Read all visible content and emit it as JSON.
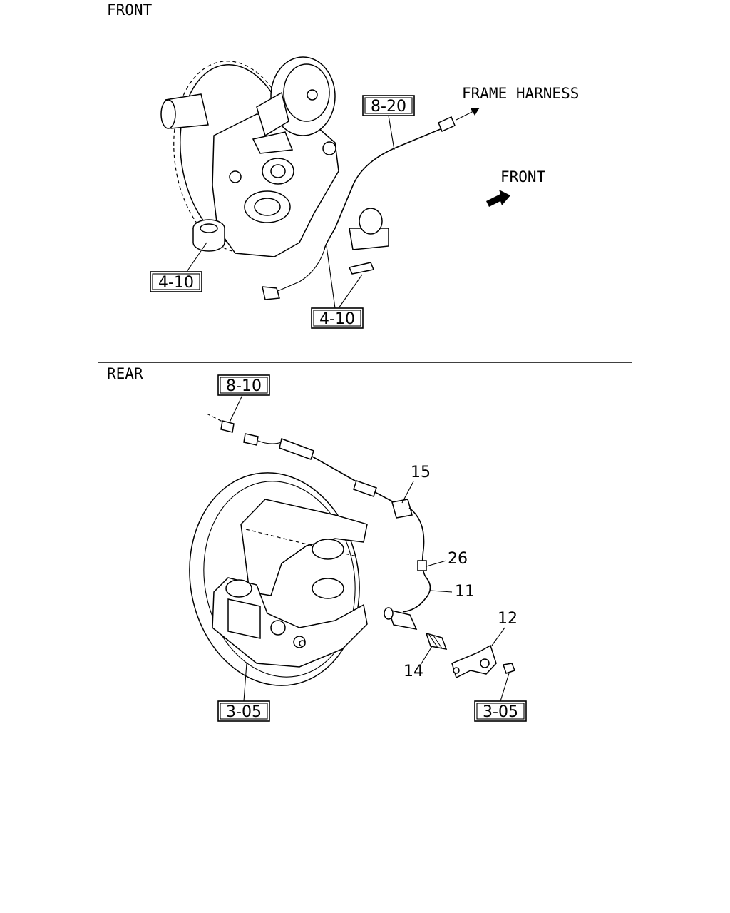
{
  "sections": {
    "front": {
      "title": "FRONT"
    },
    "rear": {
      "title": "REAR"
    }
  },
  "front": {
    "frame_harness_label": "FRAME HARNESS",
    "direction_label": "FRONT",
    "refs": {
      "harness": "8-20",
      "left": "4-10",
      "bottom": "4-10"
    }
  },
  "rear": {
    "refs": {
      "harness": "8-10",
      "drum": "3-05",
      "bracket": "3-05"
    },
    "callouts": {
      "clamp_grommet": "15",
      "clip": "26",
      "sensor_cable": "11",
      "bracket": "12",
      "sensor": "14"
    }
  }
}
